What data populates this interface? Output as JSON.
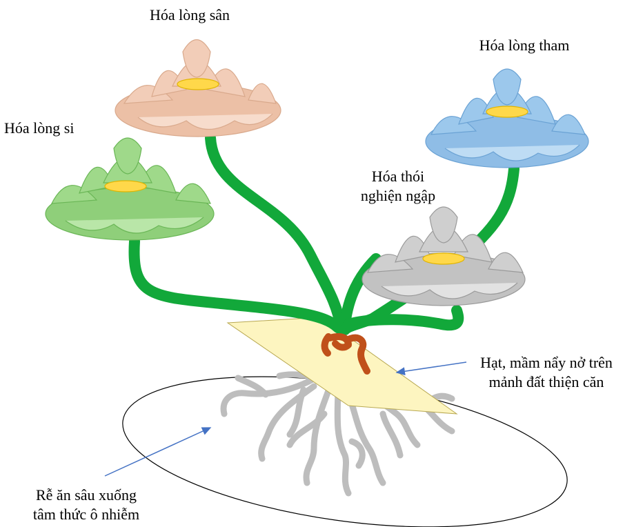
{
  "labels": {
    "san": "Hóa lòng sân",
    "tham": "Hóa lòng tham",
    "si": "Hóa lòng si",
    "nghien_line1": "Hóa thói",
    "nghien_line2": "nghiện ngập",
    "hat_line1": "Hạt, mầm nẩy nở trên",
    "hat_line2": "mảnh đất thiện căn",
    "re_line1": "Rễ ăn sâu xuống",
    "re_line2": "tâm thức ô nhiễm"
  },
  "colors": {
    "stem": "#12a83a",
    "sprout": "#c0501a",
    "ground_patch": "#fdf5c0",
    "roots": "#bdbdbd",
    "arrow": "#4472c4",
    "lotus_san": "#f2cdb8",
    "lotus_tham": "#9cc8ec",
    "lotus_si": "#9fd98a",
    "lotus_nghien": "#cfcfcf",
    "lotus_center": "#ffd84a"
  }
}
